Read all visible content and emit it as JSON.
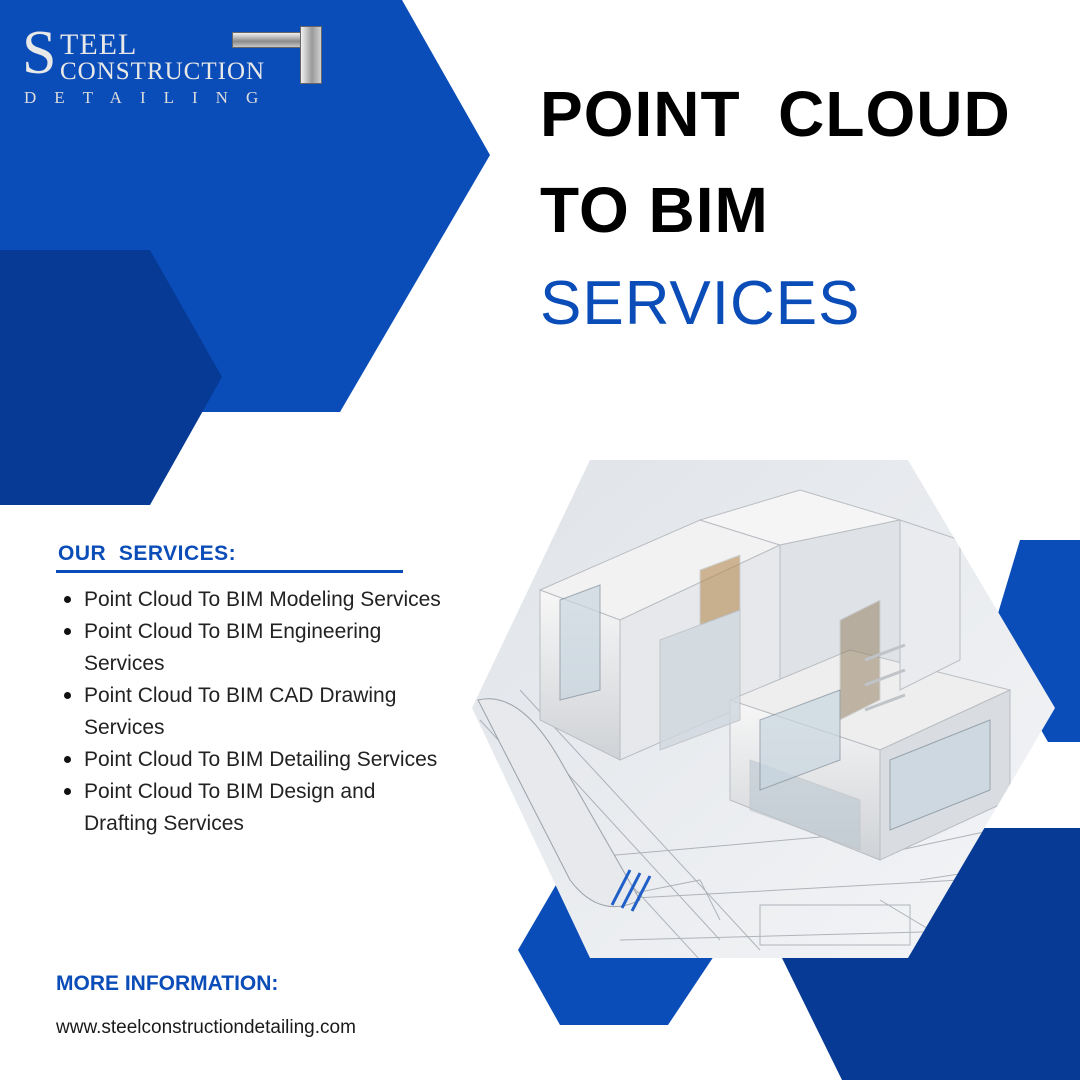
{
  "brand": {
    "logo_initial": "S",
    "logo_word1": "TEEL",
    "logo_word2": "CONSTRUCTION",
    "logo_word3": "DETAILING"
  },
  "title": {
    "line1": "POINT  CLOUD",
    "line2": "TO BIM",
    "line3": "SERVICES"
  },
  "services": {
    "heading": "OUR  SERVICES:",
    "items": [
      "Point Cloud To BIM Modeling Services",
      "Point Cloud To BIM Engineering Services",
      "Point Cloud To BIM CAD Drawing Services",
      "Point Cloud To BIM Detailing Services",
      "Point Cloud To BIM Design and Drafting Services"
    ]
  },
  "more_info": {
    "heading": "MORE INFORMATION:",
    "website": "www.steelconstructiondetailing.com"
  },
  "image": {
    "subject": "architectural-model-on-blueprints"
  },
  "colors": {
    "primary_blue": "#0b4db8",
    "dark_blue": "#063a95",
    "text_dark": "#000000"
  }
}
